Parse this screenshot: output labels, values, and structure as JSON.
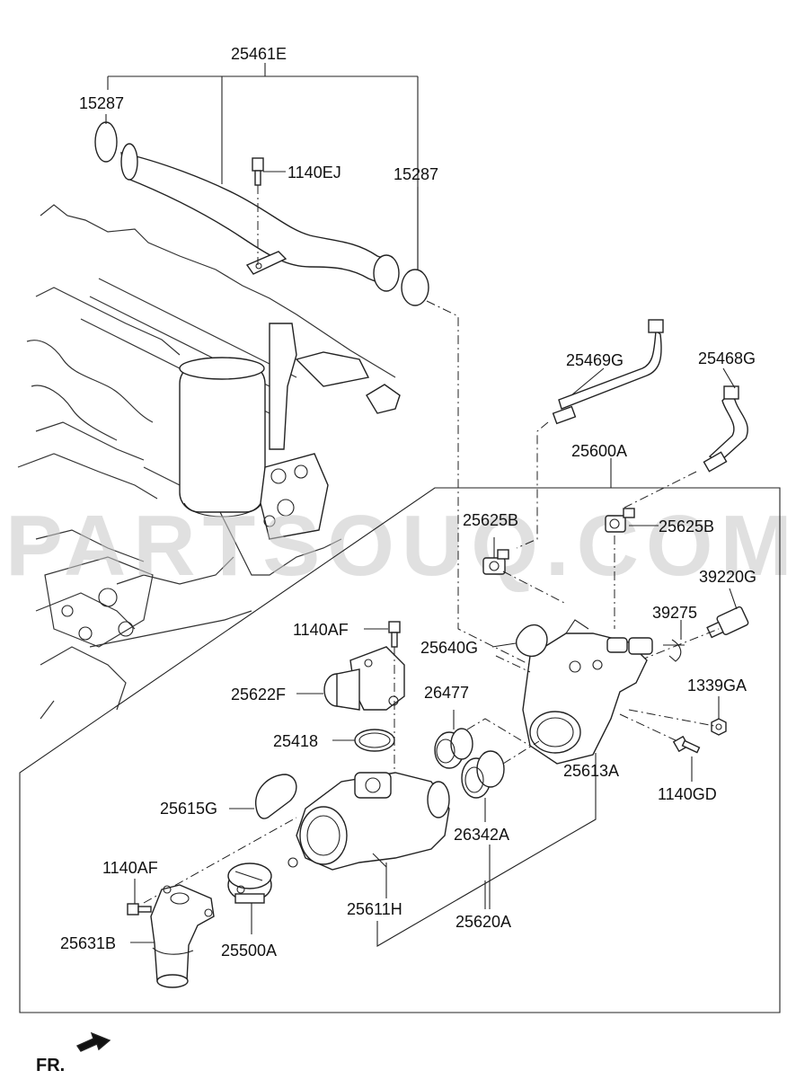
{
  "watermark": "PARTSOUQ.COM",
  "direction_label": "FR.",
  "parts": {
    "p25461E": "25461E",
    "p15287_left": "15287",
    "p15287_right": "15287",
    "p1140EJ": "1140EJ",
    "p25469G": "25469G",
    "p25468G": "25468G",
    "p25600A": "25600A",
    "p25625B_left": "25625B",
    "p25625B_right": "25625B",
    "p39220G": "39220G",
    "p39275": "39275",
    "p1140AF_top": "1140AF",
    "p25640G": "25640G",
    "p25622F": "25622F",
    "p26477": "26477",
    "p1339GA": "1339GA",
    "p25418": "25418",
    "p25613A": "25613A",
    "p1140GD": "1140GD",
    "p25615G": "25615G",
    "p26342A": "26342A",
    "p1140AF_bottom": "1140AF",
    "p25611H": "25611H",
    "p25620A": "25620A",
    "p25631B": "25631B",
    "p25500A": "25500A"
  }
}
